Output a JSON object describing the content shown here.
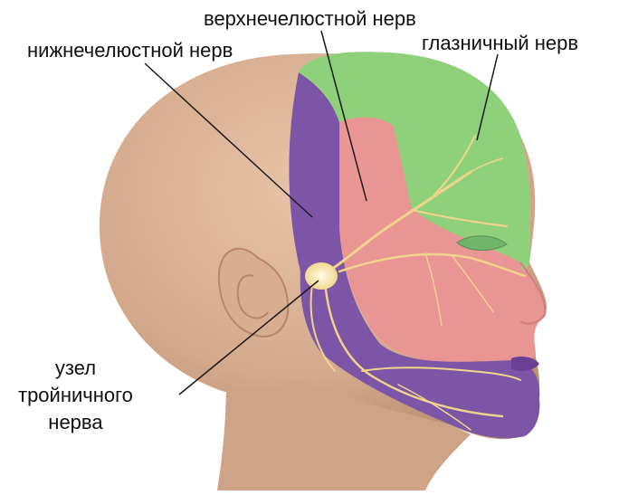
{
  "labels": {
    "maxillary_nerve": "верхнечелюстной нерв",
    "ophthalmic_nerve": "глазничный нерв",
    "mandibular_nerve": "нижнечелюстной нерв",
    "ganglion_line1": "узел",
    "ganglion_line2": "тройничного",
    "ganglion_line3": "нерва"
  },
  "colors": {
    "skin": "#d8b196",
    "skin_shadow": "#c59779",
    "ophthalmic_region": "#8fd17a",
    "maxillary_region": "#e89593",
    "mandibular_region": "#7c55a6",
    "nerve": "#f2d38c",
    "ganglion": "#fbe9a8",
    "leader_line": "#1a1a1a",
    "background": "#ffffff"
  }
}
